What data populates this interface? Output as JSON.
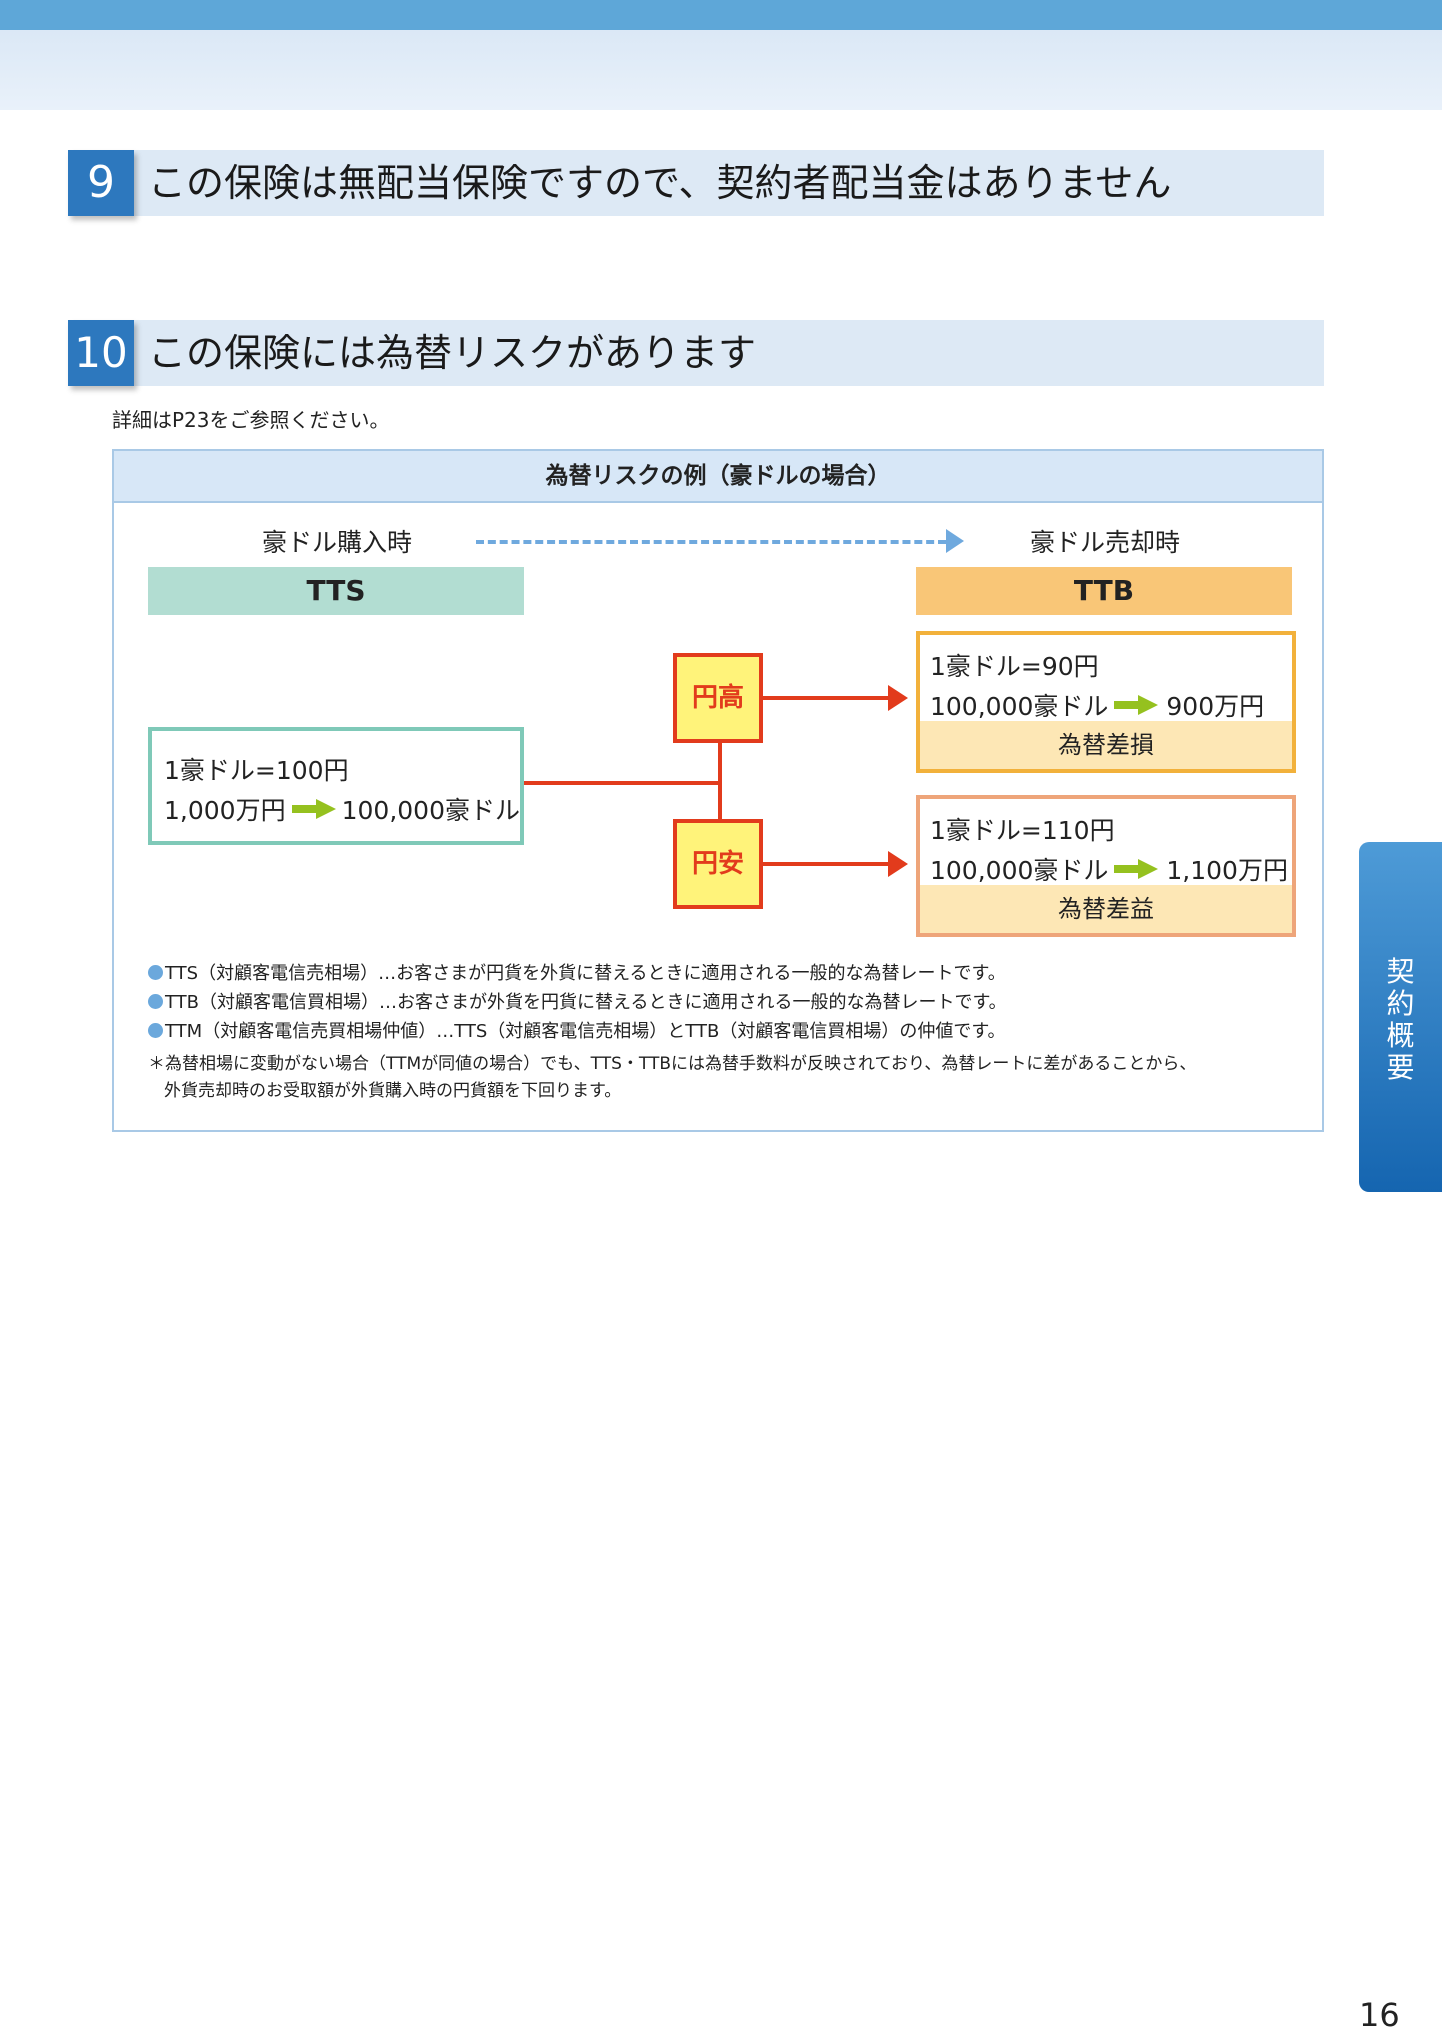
{
  "sections": [
    {
      "number": "9",
      "title": "この保険は無配当保険ですので、契約者配当金はありません"
    },
    {
      "number": "10",
      "title": "この保険には為替リスクがあります"
    }
  ],
  "note": "詳細はP23をご参照ください。",
  "diagram": {
    "title": "為替リスクの例（豪ドルの場合）",
    "purchase_label": "豪ドル購入時",
    "sale_label": "豪ドル売却時",
    "tts_label": "TTS",
    "ttb_label": "TTB",
    "start": {
      "line1": "1豪ドル=100円",
      "from": "1,000万円",
      "to": "100,000豪ドル"
    },
    "yen_high": "円高",
    "yen_low": "円安",
    "loss_case": {
      "line1": "1豪ドル=90円",
      "from": "100,000豪ドル",
      "to": "900万円",
      "result": "為替差損"
    },
    "gain_case": {
      "line1": "1豪ドル=110円",
      "from": "100,000豪ドル",
      "to": "1,100万円",
      "result": "為替差益"
    }
  },
  "notes": [
    "TTS（対顧客電信売相場）…お客さまが円貨を外貨に替えるときに適用される一般的な為替レートです。",
    "TTB（対顧客電信買相場）…お客さまが外貨を円貨に替えるときに適用される一般的な為替レートです。",
    "TTM（対顧客電信売買相場仲値）…TTS（対顧客電信売相場）とTTB（対顧客電信買相場）の仲値です。"
  ],
  "asterisk_note": {
    "mark": "＊",
    "line1": "為替相場に変動がない場合（TTMが同値の場合）でも、TTS・TTBには為替手数料が反映されており、為替レートに差があることから、",
    "line2": "外貨売却時のお受取額が外貨購入時の円貨額を下回ります。"
  },
  "side_tab": "契約概要",
  "page_number": "16",
  "colors": {
    "accent_blue": "#2d78be",
    "tts_green": "#b2ddd2",
    "ttb_orange": "#f9c677",
    "arrow_red": "#e23b1c",
    "arrow_green": "#95c11f"
  }
}
